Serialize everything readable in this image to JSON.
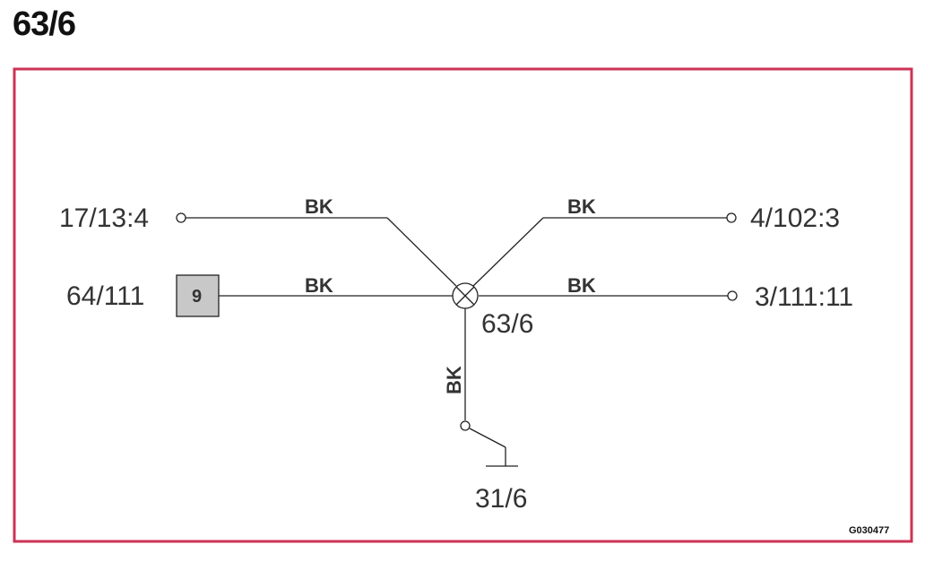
{
  "title": "63/6",
  "frame_color": "#cc3355",
  "splice": {
    "label": "63/6"
  },
  "connections": {
    "left_top": {
      "label": "17/13:4",
      "wire": "BK"
    },
    "left_mid": {
      "label": "64/111",
      "box_label": "9",
      "wire": "BK"
    },
    "right_top": {
      "label": "4/102:3",
      "wire": "BK"
    },
    "right_mid": {
      "label": "3/111:11",
      "wire": "BK"
    },
    "ground": {
      "label": "31/6",
      "wire": "BK"
    }
  },
  "figure_code": "G030477"
}
